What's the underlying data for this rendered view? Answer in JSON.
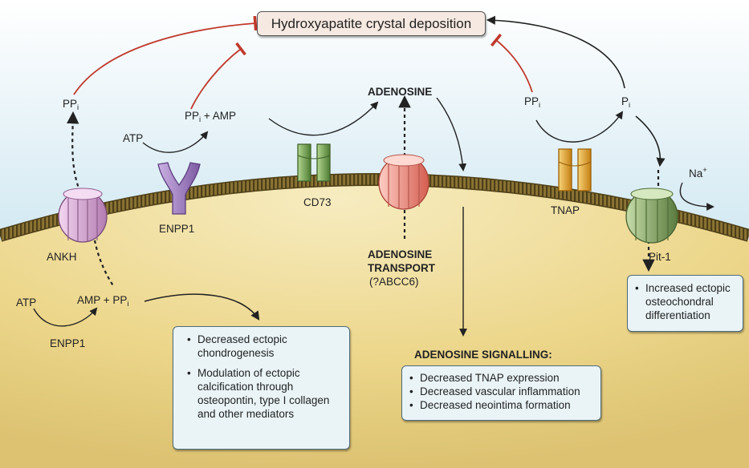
{
  "title": "Hydroxyapatite crystal deposition",
  "molecules": {
    "ppi_left": {
      "main": "PP",
      "sub": "i"
    },
    "ppi_amp": {
      "pp": "PP",
      "sub": "i",
      "rest": " + AMP"
    },
    "atp_top": "ATP",
    "adenosine": "ADENOSINE",
    "ppi_right": {
      "main": "PP",
      "sub": "i"
    },
    "pi_right": {
      "main": "P",
      "sub": "i"
    },
    "na": {
      "main": "Na",
      "sup": "+"
    },
    "atp_bottom": "ATP",
    "amp_ppi_bottom": {
      "amp": "AMP + PP",
      "sub": "i"
    },
    "enpp1_bottom": "ENPP1"
  },
  "proteins": {
    "ankh": "ANKH",
    "enpp1": "ENPP1",
    "cd73": "CD73",
    "tnap": "TNAP",
    "pit1": "Pit-1"
  },
  "transport": {
    "line1": "ADENOSINE",
    "line2": "TRANSPORT",
    "line3": "(?ABCC6)"
  },
  "signalling_title": "ADENOSINE SIGNALLING:",
  "boxes": {
    "chondro": [
      {
        "lines": [
          "Decreased ectopic",
          "chondrogenesis"
        ]
      },
      {
        "lines": [
          "Modulation of ectopic",
          "calcification through",
          "osteopontin, type I collagen",
          "and other mediators"
        ]
      }
    ],
    "signalling": [
      {
        "lines": [
          "Decreased TNAP expression"
        ]
      },
      {
        "lines": [
          "Decreased vascular inflammation"
        ]
      },
      {
        "lines": [
          "Decreased neointima formation"
        ]
      }
    ],
    "osteo": [
      {
        "lines": [
          "Increased ectopic",
          "osteochondral",
          "differentiation"
        ]
      }
    ]
  },
  "colors": {
    "extracellular": "#cde6ef",
    "cytoplasm": "#ecd98a",
    "membrane": "#6b5a2a",
    "inhibition": "#c0392b",
    "ankh": "#d9a6d6",
    "enpp1": "#a784c6",
    "cd73": "#7ea85a",
    "adenosine_transporter": "#e8857a",
    "tnap": "#e3a12c",
    "pit1": "#8aa86a"
  }
}
